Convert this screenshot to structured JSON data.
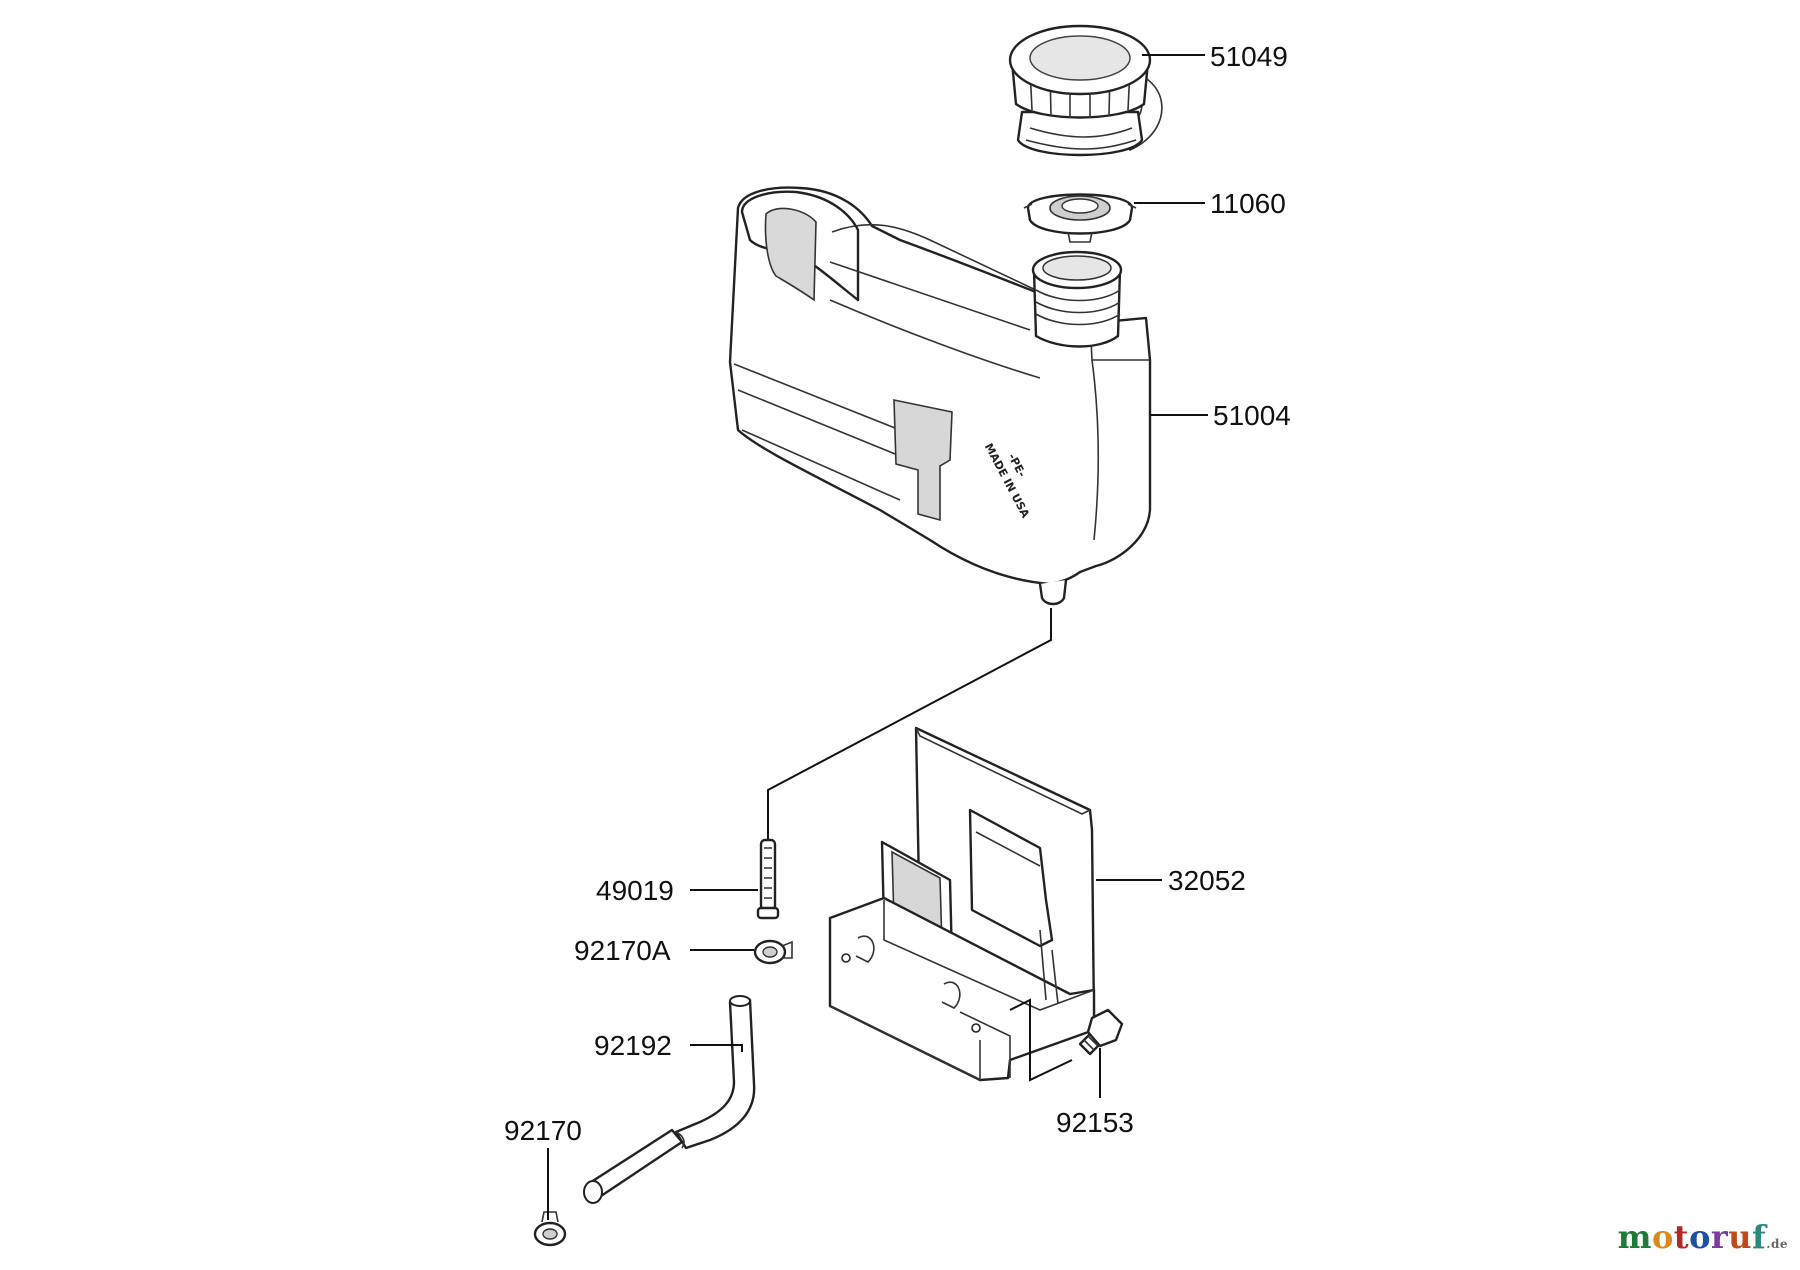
{
  "parts": [
    {
      "id": "51049"
    },
    {
      "id": "11060"
    },
    {
      "id": "51004"
    },
    {
      "id": "32052"
    },
    {
      "id": "49019"
    },
    {
      "id": "92170A"
    },
    {
      "id": "92192"
    },
    {
      "id": "92170"
    },
    {
      "id": "92153"
    }
  ],
  "tank_embossing": {
    "line1": "-PE-",
    "line2": "MADE IN USA"
  },
  "watermark": {
    "letters": [
      "m",
      "o",
      "t",
      "o",
      "r",
      "u",
      "f"
    ],
    "suffix": ".de",
    "colors": [
      "#1f7a3a",
      "#d98a1a",
      "#b02a2a",
      "#1f4fa0",
      "#7a3aa0",
      "#c04a1a",
      "#2a8a7a"
    ]
  }
}
